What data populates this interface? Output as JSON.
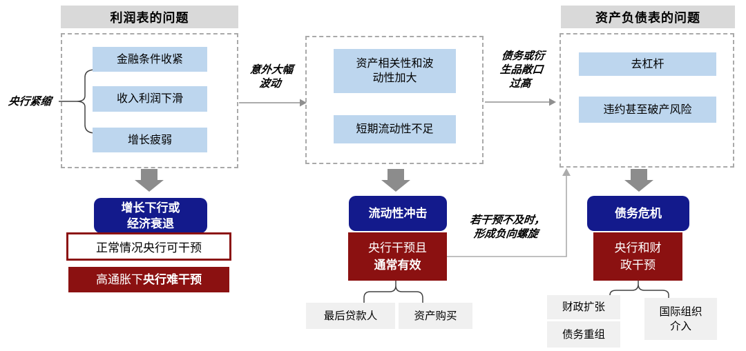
{
  "palette": {
    "header_gray": "#D9D9D9",
    "light_blue": "#BDD6EE",
    "navy": "#131A8C",
    "dark_red": "#8B1111",
    "tool_gray": "#F0F0F0",
    "arrow_gray": "#8C8C8C"
  },
  "columns": {
    "left": {
      "header": "利润表的问题",
      "side_label": "央行紧缩",
      "causes": [
        "金融条件收紧",
        "收入利润下滑",
        "增长疲弱"
      ],
      "outcome": "增长下行或\n经济衰退",
      "normal_case": "正常情况央行可干预",
      "red_box": {
        "normal": "高通胀下",
        "bold": "央行难干预"
      }
    },
    "middle": {
      "causes": [
        "资产相关性和波\n动性加大",
        "短期流动性不足"
      ],
      "outcome": "流动性冲击",
      "red_box": {
        "normal": "央行干预且",
        "bold": "通常有效"
      },
      "tools": [
        "最后贷款人",
        "资产购买"
      ]
    },
    "right": {
      "header": "资产负债表的问题",
      "causes": [
        "去杠杆",
        "违约甚至破产风险"
      ],
      "outcome": "债务危机",
      "red_box": "央行和财\n政干预",
      "tools": [
        "财政扩张",
        "债务重组",
        "国际组织\n介入"
      ]
    }
  },
  "connectors": {
    "left_to_mid": "意外大幅\n波动",
    "mid_to_right": "债务或衍\n生品敞口\n过高",
    "spiral": "若干预不及时，\n形成负向螺旋"
  }
}
